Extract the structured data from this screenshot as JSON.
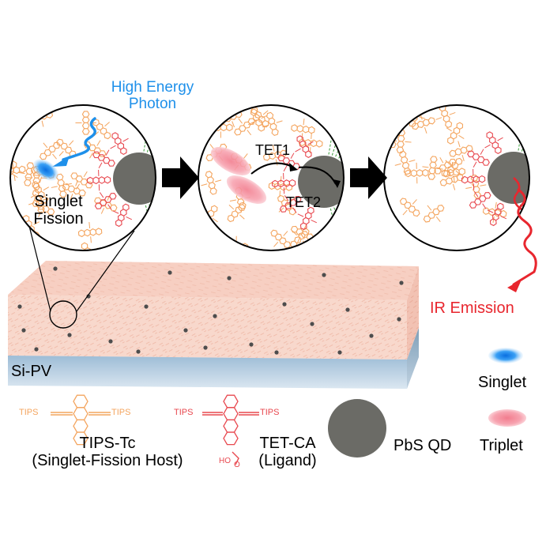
{
  "labels": {
    "photon_line1": "High Energy",
    "photon_line2": "Photon",
    "singlet_fission_line1": "Singlet",
    "singlet_fission_line2": "Fission",
    "tet1": "TET1",
    "tet2": "TET2",
    "ir_emission": "IR Emission",
    "si_pv": "Si-PV"
  },
  "legend": {
    "tips_tc_line1": "TIPS-Tc",
    "tips_tc_line2": "(Singlet-Fission Host)",
    "tet_ca_line1": "TET-CA",
    "tet_ca_line2": "(Ligand)",
    "pbs_qd": "PbS QD",
    "singlet": "Singlet",
    "triplet": "Triplet",
    "tips_tag": "TIPS",
    "acid_tag": "HO",
    "acid_o": "O"
  },
  "colors": {
    "tips_tc": "#f4a55f",
    "tet_ca": "#e8484f",
    "qd": "#6b6b66",
    "singlet": "#1f8ff0",
    "triplet": "#f59aa6",
    "photon": "#1e90ea",
    "ir": "#e8262e",
    "film": "#f7d5c9",
    "si_pv": "#aac6dc"
  }
}
